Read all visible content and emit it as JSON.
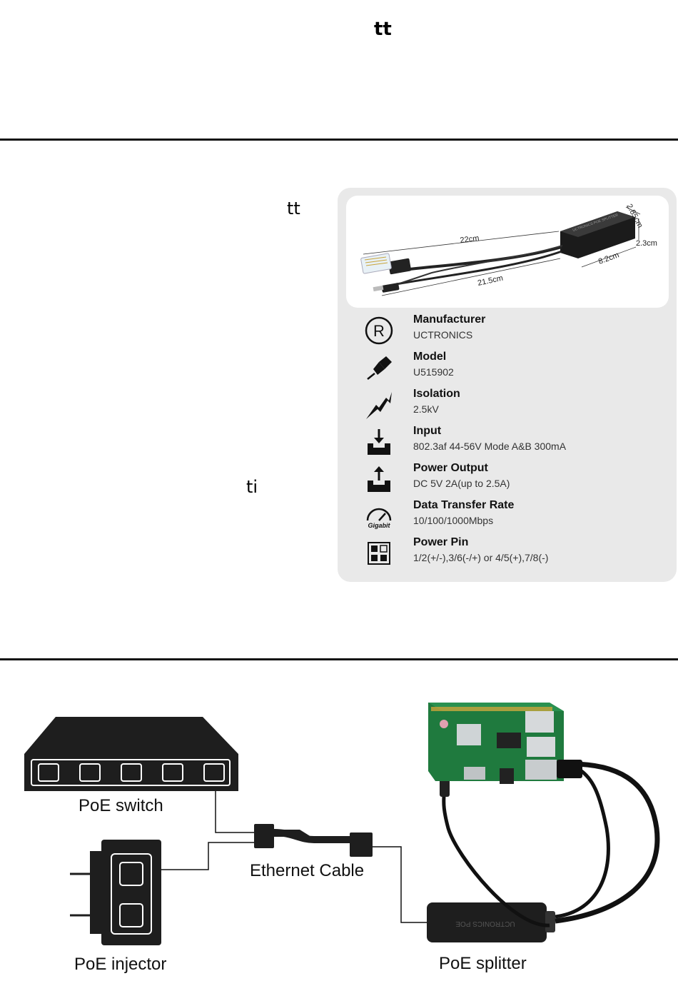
{
  "fragments": {
    "top": "tt",
    "mid": "tt",
    "lower": "ti"
  },
  "product_photo": {
    "dimensions": [
      "22cm",
      "21.5cm",
      "8.2cm",
      "2.3cm",
      "2.85cm"
    ]
  },
  "specs": [
    {
      "icon": "registered-icon",
      "title": "Manufacturer",
      "value": "UCTRONICS"
    },
    {
      "icon": "pen-icon",
      "title": "Model",
      "value": "U515902"
    },
    {
      "icon": "lightning-icon",
      "title": "Isolation",
      "value": "2.5kV"
    },
    {
      "icon": "input-tray-icon",
      "title": "Input",
      "value": "802.3af 44-56V Mode A&B 300mA"
    },
    {
      "icon": "output-tray-icon",
      "title": "Power Output",
      "value": "DC 5V 2A(up to 2.5A)"
    },
    {
      "icon": "gigabit-gauge-icon",
      "title": "Data Transfer Rate",
      "value": "10/100/1000Mbps"
    },
    {
      "icon": "power-pin-icon",
      "title": "Power Pin",
      "value": "1/2(+/-),3/6(-/+) or 4/5(+),7/8(-)"
    }
  ],
  "diagram": {
    "switch_label": "PoE switch",
    "injector_label": "PoE injector",
    "cable_label": "Ethernet Cable",
    "splitter_label": "PoE splitter",
    "gauge_text": "Gigabit"
  }
}
